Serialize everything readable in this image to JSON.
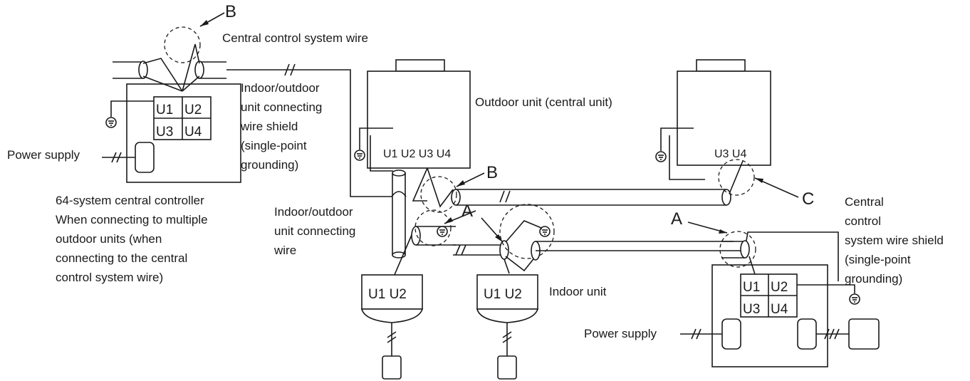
{
  "labels": {
    "central_control_wire": "Central control system wire",
    "io_shield_1": "Indoor/outdoor",
    "io_shield_2": "unit connecting",
    "io_shield_3": "wire shield",
    "io_shield_4": "(single-point",
    "io_shield_5": "grounding)",
    "outdoor_central": "Outdoor unit (central unit)",
    "power_supply_left": "Power supply",
    "power_supply_right": "Power supply",
    "controller_1": "64-system central controller",
    "controller_2": "When connecting to multiple",
    "controller_3": "outdoor units (when",
    "controller_4": "connecting to the central",
    "controller_5": "control system wire)",
    "io_wire_1": "Indoor/outdoor",
    "io_wire_2": "unit connecting",
    "io_wire_3": "wire",
    "indoor_unit": "Indoor unit",
    "cc_shield_1": "Central",
    "cc_shield_2": "control",
    "cc_shield_3": "system wire shield",
    "cc_shield_4": "(single-point",
    "cc_shield_5": "grounding)"
  },
  "callouts": {
    "b_top": "B",
    "b_mid": "B",
    "a_left": "A",
    "a_right": "A",
    "c": "C"
  },
  "terminals": {
    "u1": "U1",
    "u2": "U2",
    "u3": "U3",
    "u4": "U4",
    "outdoor_central_row": "U1 U2 U3 U4",
    "outdoor_second_row": "U3 U4",
    "indoor_row": "U1 U2"
  }
}
